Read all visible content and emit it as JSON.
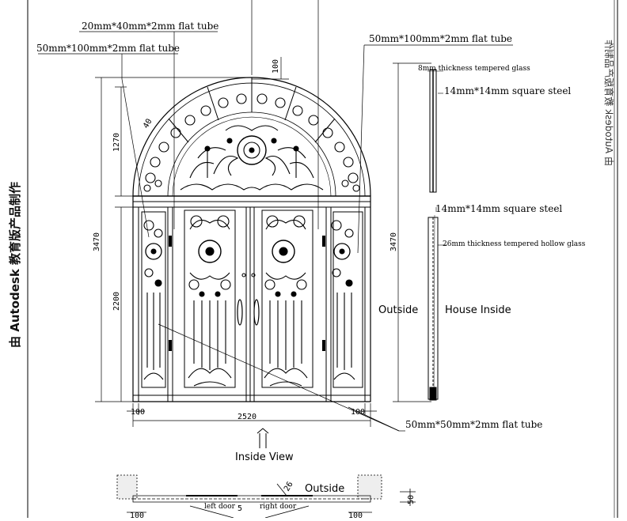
{
  "callouts": {
    "top_flat_tube": "20mm*40mm*2mm flat tube",
    "left_flat_tube": "50mm*100mm*2mm flat tube",
    "right_flat_tube": "50mm*100mm*2mm flat tube",
    "glass_8mm": "8mm thickness tempered glass",
    "steel_top": "14mm*14mm square steel",
    "steel_mid": "14mm*14mm square steel",
    "glass_26": "26mm thickness tempered hollow glass",
    "bottom_flat_tube": "50mm*50mm*2mm flat tube"
  },
  "dimensions": {
    "arch_offset": "100",
    "arch_radius_mark": "40",
    "arch_height": "1270",
    "total_height": "3470",
    "door_height": "2200",
    "side_height": "3470",
    "left_margin": "100",
    "right_margin": "100",
    "total_width": "2520",
    "plan_depth": "50",
    "plan_depth2": "26",
    "plan_left": "100",
    "plan_right": "100",
    "plan_center": "5"
  },
  "views": {
    "inside_view": "Inside View",
    "outside": "Outside",
    "house_inside": "House Inside",
    "plan_outside": "Outside",
    "left_door": "left door",
    "right_door": "right door"
  },
  "watermark": {
    "left_text": "由 Autodesk 教育版产品制作",
    "right_text": "由 Autodesk 教育版产品制作"
  }
}
